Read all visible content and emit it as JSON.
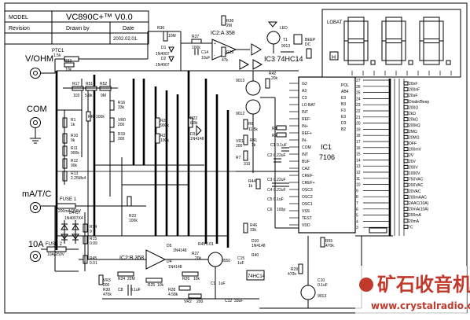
{
  "title_block": {
    "model_label": "MODEL",
    "model_value": "VC890C+™  V0.0",
    "revision_label": "Revision",
    "drawn_by_label": "Drawn by",
    "date_label": "Date",
    "date_value": "2002.02.01."
  },
  "inputs": {
    "vohm": "V/OHM",
    "com": "COM",
    "ma": "mA/T/C",
    "a10": "10A",
    "fuse1": "FUSE 1",
    "fuse1_rating": "200mA/250V",
    "fuse2": "FUSE 2",
    "fuse2_rating": "10A/250V",
    "ptc": "PTC1",
    "ptc_val": "1.5k"
  },
  "ics": {
    "ic2a": "IC2:A 358",
    "ic2b": "IC2:B 358",
    "ic3": "IC3  74HC14",
    "ic1": "IC1",
    "ic1_part": "7106",
    "hc14_small": "74HC14",
    "t1": "T1",
    "t1_part": "9013",
    "t_9013": "9013",
    "t_9012": "9012",
    "t_8550": "8550",
    "led": "LED",
    "beep": "BEEP",
    "beep2": "DC"
  },
  "ic1_pins_left": [
    "G3",
    "A3",
    "C3",
    "LO BAT",
    "INT",
    "REF-",
    "IN+",
    "REF+",
    "IN-",
    "COM",
    "INT",
    "BUF",
    "CAZ",
    "CREF-",
    "CREF+",
    "OSC3",
    "OSC2",
    "OSC1",
    "VSS",
    "TEST",
    "VDD"
  ],
  "ic1_pins_right": [
    "27",
    "26",
    "25",
    "24",
    "23",
    "22",
    "21",
    "20",
    "19",
    "18",
    "17",
    "16",
    "15",
    "14",
    "13",
    "12",
    "11",
    "10",
    "9",
    "8",
    "7",
    "6",
    "5",
    "4",
    "3"
  ],
  "ic1_pins_top": [
    "POL",
    "AB4",
    "E3",
    "B3",
    "F3",
    "E3",
    "D3",
    "B2"
  ],
  "display": {
    "lobat": "LOBAT",
    "h": "H"
  },
  "ranges": [
    "20nF",
    "200nF",
    "20uF",
    "Diode/Beep",
    "200Ω",
    "2kΩ",
    "20kΩ",
    "200kΩ",
    "2MΩ",
    "20MΩ",
    "OFF",
    "200mV",
    "2V",
    "20V",
    "200V",
    "1000V",
    "750VAC",
    "200VAC",
    "20VAC",
    "200mAAC",
    "2AAC(10A)",
    "20mA(10A)",
    "200mA",
    "20mA",
    "°C"
  ],
  "components": [
    {
      "ref": "R17",
      "val": "103"
    },
    {
      "ref": "R51",
      "val": "5.9k"
    },
    {
      "ref": "R52",
      "val": "9M"
    },
    {
      "ref": "R53",
      "val": "10k"
    },
    {
      "ref": "R1",
      "val": "1k"
    },
    {
      "ref": "RR",
      "val": "100k"
    },
    {
      "ref": "R10",
      "val": "9k"
    },
    {
      "ref": "R11",
      "val": "900k"
    },
    {
      "ref": "R12",
      "val": "90k"
    },
    {
      "ref": "R13",
      "val": "2.25Mx4"
    },
    {
      "ref": "R16",
      "val": "33k"
    },
    {
      "ref": "VR0",
      "val": "200"
    },
    {
      "ref": "R19",
      "val": "200"
    },
    {
      "ref": "R20",
      "val": "900k"
    },
    {
      "ref": "R21",
      "val": "100k"
    },
    {
      "ref": "R22",
      "val": "6.8k"
    },
    {
      "ref": "R36",
      "val": "10M"
    },
    {
      "ref": "R37",
      "val": "100k"
    },
    {
      "ref": "R38",
      "val": "2M"
    },
    {
      "ref": "R39",
      "val": "47k"
    },
    {
      "ref": "R42",
      "val": "20k"
    },
    {
      "ref": "R6",
      "val": "11.5k"
    },
    {
      "ref": "VR1",
      "val": "200"
    },
    {
      "ref": "R41",
      "val": "1k"
    },
    {
      "ref": "R7",
      "val": "310"
    },
    {
      "ref": "R44",
      "val": "1k"
    },
    {
      "ref": "R46",
      "val": "33k"
    },
    {
      "ref": "R23",
      "val": "100k"
    },
    {
      "ref": "R24",
      "val": "22M"
    },
    {
      "ref": "R25",
      "val": "10k"
    },
    {
      "ref": "R26",
      "val": "10k"
    },
    {
      "ref": "R27",
      "val": "20k"
    },
    {
      "ref": "R28",
      "val": "4.58k"
    },
    {
      "ref": "VR2",
      "val": "200"
    },
    {
      "ref": "VR3",
      "val": "200"
    },
    {
      "ref": "R14",
      "val": "9"
    },
    {
      "ref": "R15",
      "val": "0.99"
    },
    {
      "ref": "R45",
      "val": "0.01"
    },
    {
      "ref": "R29",
      "val": "470k"
    },
    {
      "ref": "R55",
      "val": "470k"
    },
    {
      "ref": "R30",
      "val": "470k"
    },
    {
      "ref": "C1",
      "val": "0.1uF"
    },
    {
      "ref": "C2",
      "val": "0.22uF"
    },
    {
      "ref": "C3",
      "val": "0.22uF"
    },
    {
      "ref": "C4",
      "val": "0.22uF"
    },
    {
      "ref": "C5",
      "val": "0.1uF"
    },
    {
      "ref": "C6",
      "val": "100p"
    },
    {
      "ref": "C8",
      "val": "0.1uF"
    },
    {
      "ref": "C9",
      "val": "1uF"
    },
    {
      "ref": "C10",
      "val": "0.1uF"
    },
    {
      "ref": "C12",
      "val": "33uF"
    },
    {
      "ref": "C13",
      "val": "10uF"
    },
    {
      "ref": "C14",
      "val": "10uF"
    },
    {
      "ref": "C15",
      "val": "1uF"
    },
    {
      "ref": "D1",
      "val": "1N4007"
    },
    {
      "ref": "D2",
      "val": "1N4007"
    },
    {
      "ref": "D3",
      "val": "1N4148"
    },
    {
      "ref": "D4",
      "val": "1N4148"
    },
    {
      "ref": "D5",
      "val": "1N4148"
    },
    {
      "ref": "D10",
      "val": "1N4148"
    },
    {
      "ref": "D4-D7",
      "val": "1N4007X4"
    }
  ],
  "watermark": {
    "cn": "矿石收音机",
    "url": "www.crystalradio.cn"
  }
}
